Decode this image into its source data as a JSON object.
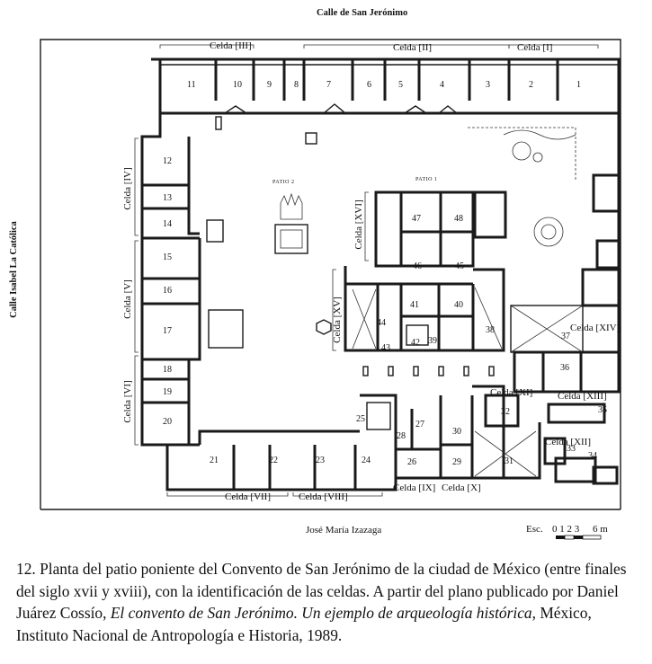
{
  "streets": {
    "north": "Calle de San Jerónimo",
    "west": "Calle Isabel La Católica",
    "south": "José María Izazaga"
  },
  "patios": {
    "patio2": "PATIO 2",
    "patio1": "PATIO 1"
  },
  "celdas": [
    {
      "id": "celda-i",
      "label": "Celda [I]"
    },
    {
      "id": "celda-ii",
      "label": "Celda [II]"
    },
    {
      "id": "celda-iii",
      "label": "Celda [III]"
    },
    {
      "id": "celda-iv",
      "label": "Celda [IV]"
    },
    {
      "id": "celda-v",
      "label": "Celda [V]"
    },
    {
      "id": "celda-vi",
      "label": "Celda [VI]"
    },
    {
      "id": "celda-vii",
      "label": "Celda [VII]"
    },
    {
      "id": "celda-viii",
      "label": "Celda [VIII]"
    },
    {
      "id": "celda-ix",
      "label": "Celda [IX]"
    },
    {
      "id": "celda-x",
      "label": "Celda [X]"
    },
    {
      "id": "celda-xi",
      "label": "Celda [XI]"
    },
    {
      "id": "celda-xii",
      "label": "Celda [XII]"
    },
    {
      "id": "celda-xiii",
      "label": "Celda [XIII]"
    },
    {
      "id": "celda-xiv",
      "label": "Celda [XIV]"
    },
    {
      "id": "celda-xv",
      "label": "Celda [XV]"
    },
    {
      "id": "celda-xvi",
      "label": "Celda [XVI]"
    }
  ],
  "rooms": [
    "1",
    "2",
    "3",
    "4",
    "5",
    "6",
    "7",
    "8",
    "9",
    "10",
    "11",
    "12",
    "13",
    "14",
    "15",
    "16",
    "17",
    "18",
    "19",
    "20",
    "21",
    "22",
    "23",
    "24",
    "25",
    "26",
    "27",
    "28",
    "29",
    "30",
    "31",
    "32",
    "33",
    "34",
    "35",
    "36",
    "37",
    "38",
    "39",
    "40",
    "41",
    "42",
    "43",
    "44",
    "45",
    "46",
    "47",
    "48"
  ],
  "scale": {
    "label": "Esc.",
    "ticks": "0 1 2 3",
    "end": "6 m"
  },
  "caption": {
    "part1": "12. Planta del patio poniente del Convento de San Jerónimo de la ciudad de México (entre finales del siglo xvii y xviii), con la identificación de las celdas. A partir del plano publicado por Daniel Juárez Cossío, ",
    "title": "El convento de San Jerónimo. Un ejemplo de arqueología histórica",
    "part2": ", México, Instituto Nacional de Antropología e Historia, 1989."
  }
}
